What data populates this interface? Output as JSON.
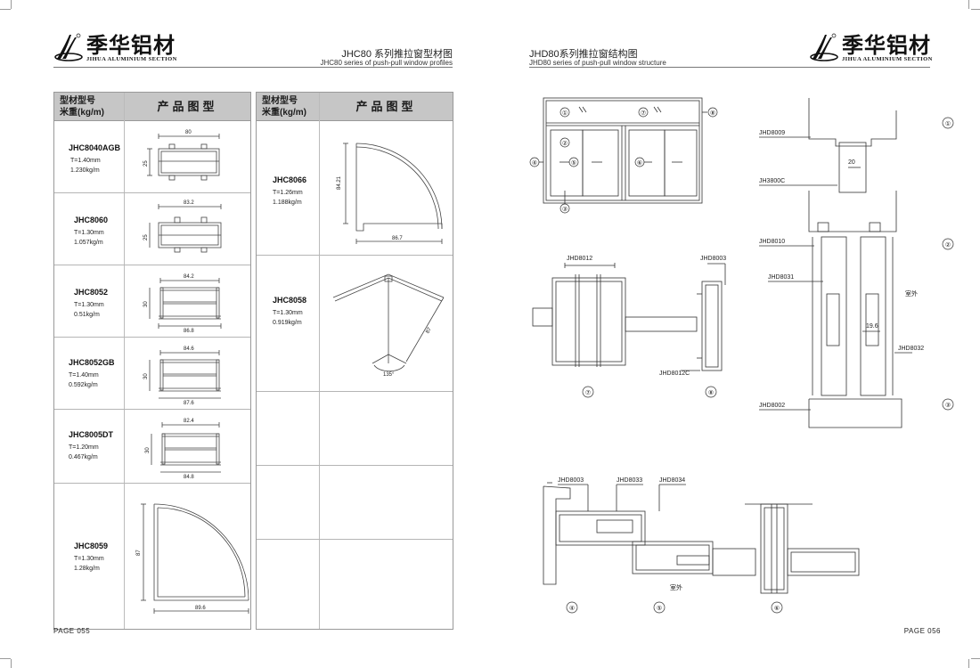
{
  "brand": {
    "name_cn": "季华铝材",
    "name_en": "JIHUA ALUMINIUM SECTION"
  },
  "left_page": {
    "title": "JHC80 系列推拉窗型材图",
    "subtitle": "JHC80 series of push-pull window profiles",
    "page_number": "PAGE  055",
    "table_header": {
      "col1_line1": "型材型号",
      "col1_line2": "米重(kg/m)",
      "col2": "产品图型"
    },
    "profiles_left": [
      {
        "code": "JHC8040AGB",
        "thickness": "T=1.40mm",
        "weight": "1.230kg/m",
        "dims": [
          "80",
          "25"
        ]
      },
      {
        "code": "JHC8060",
        "thickness": "T=1.30mm",
        "weight": "1.057kg/m",
        "dims": [
          "83.2",
          "25"
        ]
      },
      {
        "code": "JHC8052",
        "thickness": "T=1.30mm",
        "weight": "0.51kg/m",
        "dims": [
          "84.2",
          "30",
          "86.8"
        ]
      },
      {
        "code": "JHC8052GB",
        "thickness": "T=1.40mm",
        "weight": "0.592kg/m",
        "dims": [
          "84.6",
          "30",
          "87.6"
        ]
      },
      {
        "code": "JHC8005DT",
        "thickness": "T=1.20mm",
        "weight": "0.467kg/m",
        "dims": [
          "82.4",
          "30",
          "84.8"
        ]
      },
      {
        "code": "JHC8059",
        "thickness": "T=1.30mm",
        "weight": "1.28kg/m",
        "dims": [
          "87",
          "89.6"
        ]
      }
    ],
    "profiles_right": [
      {
        "code": "JHC8066",
        "thickness": "T=1.26mm",
        "weight": "1.188kg/m",
        "dims": [
          "84.21",
          "86.7"
        ]
      },
      {
        "code": "JHC8058",
        "thickness": "T=1.30mm",
        "weight": "0.919kg/m",
        "dims": [
          "87",
          "135°"
        ]
      }
    ]
  },
  "right_page": {
    "title": "JHD80系列推拉窗结构图",
    "subtitle": "JHD80 series of push-pull window structure",
    "page_number": "PAGE  056",
    "elevation_callouts": [
      "①",
      "②",
      "③",
      "④",
      "⑤",
      "⑥",
      "⑦",
      "⑧"
    ],
    "detail_a_labels": {
      "top_left": "JHD8012",
      "top_right": "JHD8003",
      "bottom": "JHD8012C",
      "num_left": "⑦",
      "num_right": "⑧"
    },
    "detail_b_labels": {
      "parts": [
        "JHD8009",
        "JH3800C",
        "JHD8010",
        "JHD8031",
        "JHD8032",
        "JHD8002"
      ],
      "dim_top": "20",
      "dim_mid": "19.6",
      "outside": "室外",
      "nums": [
        "①",
        "②",
        "③"
      ]
    },
    "detail_c_labels": {
      "parts": [
        "JHD8003",
        "JHD8033",
        "JHD8034"
      ],
      "outside": "室外",
      "nums": [
        "④",
        "⑤",
        "⑥"
      ]
    }
  },
  "colors": {
    "ink": "#222222",
    "header_fill": "#c6c6c6",
    "rule": "#999999"
  }
}
